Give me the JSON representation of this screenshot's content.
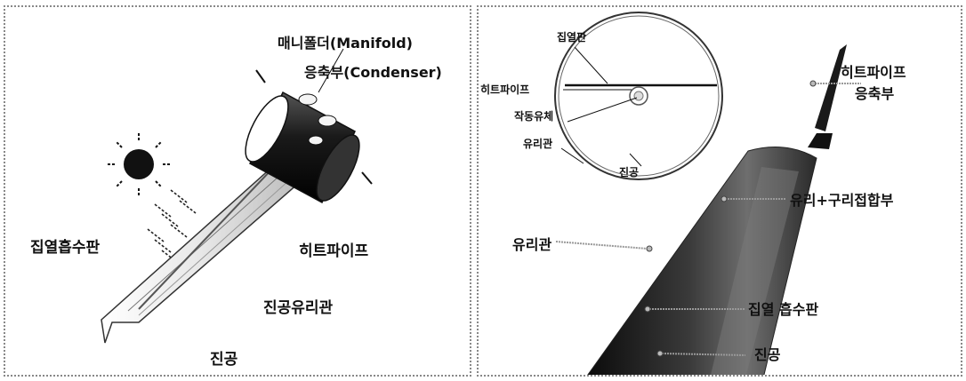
{
  "left": {
    "manifold": "매니폴더(Manifold)",
    "condenser": "응축부(Condenser)",
    "absorber": "집열흡수판",
    "heatpipe": "히트파이프",
    "vacuum_tube": "진공유리관",
    "vacuum": "진공"
  },
  "right": {
    "inset": {
      "collector_plate": "집열판",
      "heatpipe": "히트파이프",
      "working_fluid": "작동유체",
      "glass_tube": "유리관",
      "vacuum": "진공"
    },
    "heatpipe_condenser_line1": "히트파이프",
    "heatpipe_condenser_line2": "응축부",
    "glass_copper_joint": "유리+구리접합부",
    "glass_tube": "유리관",
    "absorber_plate": "집열 흡수판",
    "vacuum": "진공"
  }
}
